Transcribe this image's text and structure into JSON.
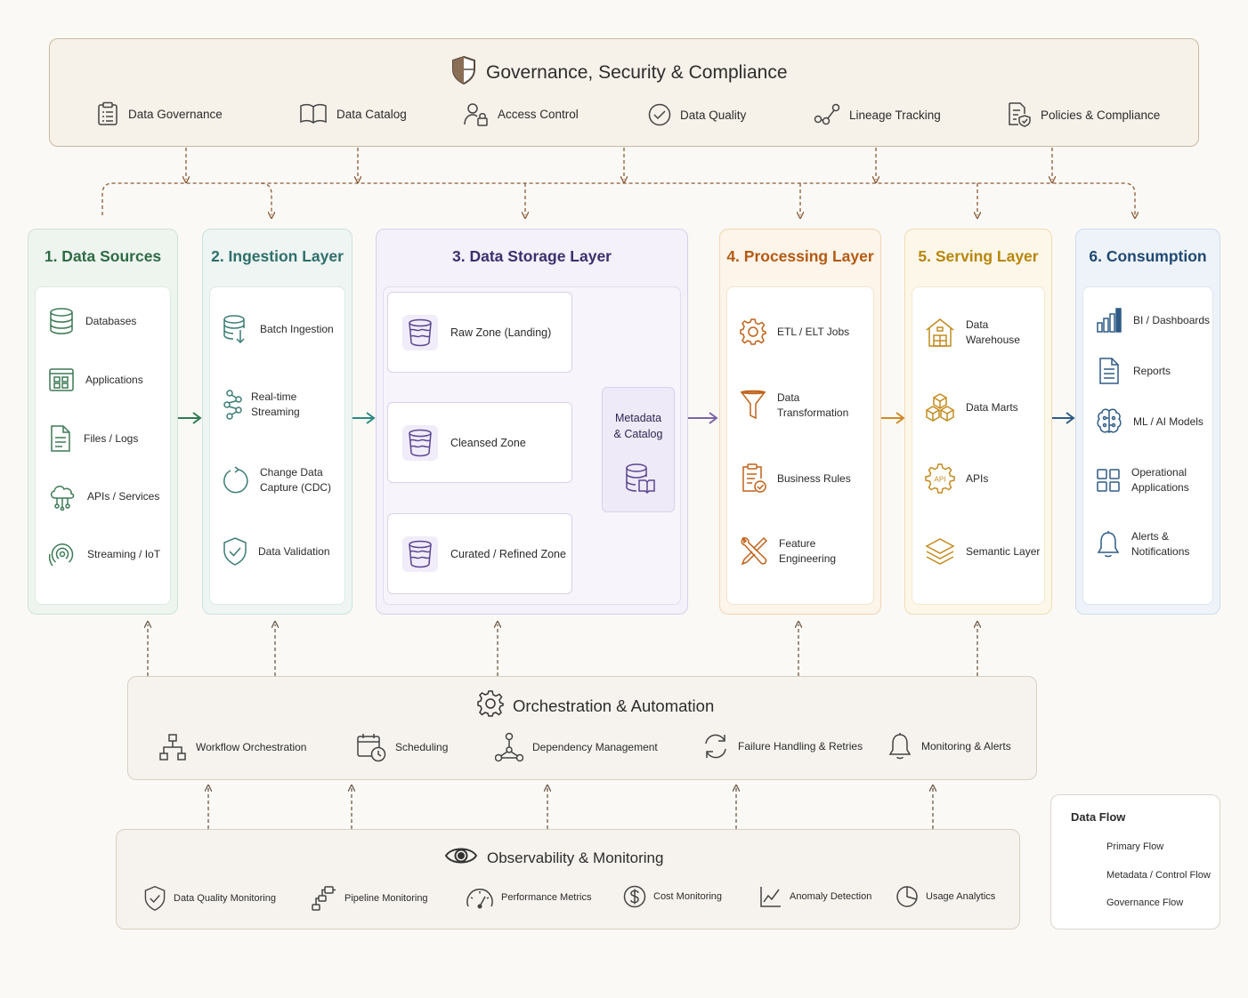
{
  "governance": {
    "title": "Governance, Security & Compliance",
    "items": [
      {
        "label": "Data Governance",
        "icon": "clipboard-icon"
      },
      {
        "label": "Data Catalog",
        "icon": "book-icon"
      },
      {
        "label": "Access Control",
        "icon": "user-lock-icon"
      },
      {
        "label": "Data Quality",
        "icon": "check-circle-icon"
      },
      {
        "label": "Lineage Tracking",
        "icon": "lineage-icon"
      },
      {
        "label": "Policies & Compliance",
        "icon": "document-shield-icon"
      }
    ]
  },
  "columns": {
    "sources": {
      "title": "1. Data Sources",
      "items": [
        {
          "label": "Databases",
          "icon": "database-icon"
        },
        {
          "label": "Applications",
          "icon": "app-window-icon"
        },
        {
          "label": "Files / Logs",
          "icon": "file-icon"
        },
        {
          "label": "APIs / Services",
          "icon": "cloud-api-icon"
        },
        {
          "label": "Streaming / IoT",
          "icon": "signal-icon"
        }
      ]
    },
    "ingestion": {
      "title": "2. Ingestion Layer",
      "items": [
        {
          "label": "Batch Ingestion",
          "icon": "batch-icon"
        },
        {
          "label": "Real-time Streaming",
          "icon": "network-icon"
        },
        {
          "label": "Change Data\nCapture (CDC)",
          "icon": "cycle-icon"
        },
        {
          "label": "Data Validation",
          "icon": "shield-check-icon"
        }
      ]
    },
    "storage": {
      "title": "3. Data Storage Layer",
      "zones": [
        {
          "label": "Raw Zone (Landing)",
          "icon": "bucket-icon"
        },
        {
          "label": "Cleansed Zone",
          "icon": "bucket-icon"
        },
        {
          "label": "Curated / Refined Zone",
          "icon": "bucket-icon"
        }
      ],
      "metadata": {
        "label": "Metadata\n& Catalog",
        "icon": "db-book-icon"
      }
    },
    "processing": {
      "title": "4. Processing Layer",
      "items": [
        {
          "label": "ETL / ELT Jobs",
          "icon": "gear-icon"
        },
        {
          "label": "Data Transformation",
          "icon": "funnel-icon"
        },
        {
          "label": "Business Rules",
          "icon": "clipboard-check-icon"
        },
        {
          "label": "Feature Engineering",
          "icon": "tools-icon"
        }
      ]
    },
    "serving": {
      "title": "5. Serving Layer",
      "items": [
        {
          "label": "Data Warehouse",
          "icon": "warehouse-icon"
        },
        {
          "label": "Data Marts",
          "icon": "cubes-icon"
        },
        {
          "label": "APIs",
          "icon": "api-gear-icon"
        },
        {
          "label": "Semantic Layer",
          "icon": "layers-icon"
        }
      ]
    },
    "consumption": {
      "title": "6. Consumption",
      "items": [
        {
          "label": "BI / Dashboards",
          "icon": "bar-chart-icon"
        },
        {
          "label": "Reports",
          "icon": "report-icon"
        },
        {
          "label": "ML / AI Models",
          "icon": "brain-icon"
        },
        {
          "label": "Operational\nApplications",
          "icon": "grid-icon"
        },
        {
          "label": "Alerts &\nNotifications",
          "icon": "bell-icon"
        }
      ]
    }
  },
  "orchestration": {
    "title": "Orchestration & Automation",
    "items": [
      {
        "label": "Workflow Orchestration",
        "icon": "workflow-icon"
      },
      {
        "label": "Scheduling",
        "icon": "calendar-clock-icon"
      },
      {
        "label": "Dependency Management",
        "icon": "dependency-icon"
      },
      {
        "label": "Failure Handling & Retries",
        "icon": "retry-icon"
      },
      {
        "label": "Monitoring & Alerts",
        "icon": "bell-icon"
      }
    ]
  },
  "observability": {
    "title": "Observability & Monitoring",
    "items": [
      {
        "label": "Data Quality Monitoring",
        "icon": "shield-check-icon"
      },
      {
        "label": "Pipeline Monitoring",
        "icon": "pipeline-icon"
      },
      {
        "label": "Performance Metrics",
        "icon": "gauge-icon"
      },
      {
        "label": "Cost Monitoring",
        "icon": "dollar-icon"
      },
      {
        "label": "Anomaly Detection",
        "icon": "line-chart-icon"
      },
      {
        "label": "Usage Analytics",
        "icon": "pie-icon"
      }
    ]
  },
  "legend": {
    "title": "Data Flow",
    "items": [
      {
        "label": "Primary Flow"
      },
      {
        "label": "Metadata / Control Flow"
      },
      {
        "label": "Governance Flow"
      }
    ]
  },
  "colors": {
    "sources": "#2f6b45",
    "ingestion": "#2f6f6a",
    "storage": "#3d2f6e",
    "processing": "#b35a12",
    "serving": "#b8860b",
    "consumption": "#214a73",
    "governance_line": "#8a5a38"
  }
}
